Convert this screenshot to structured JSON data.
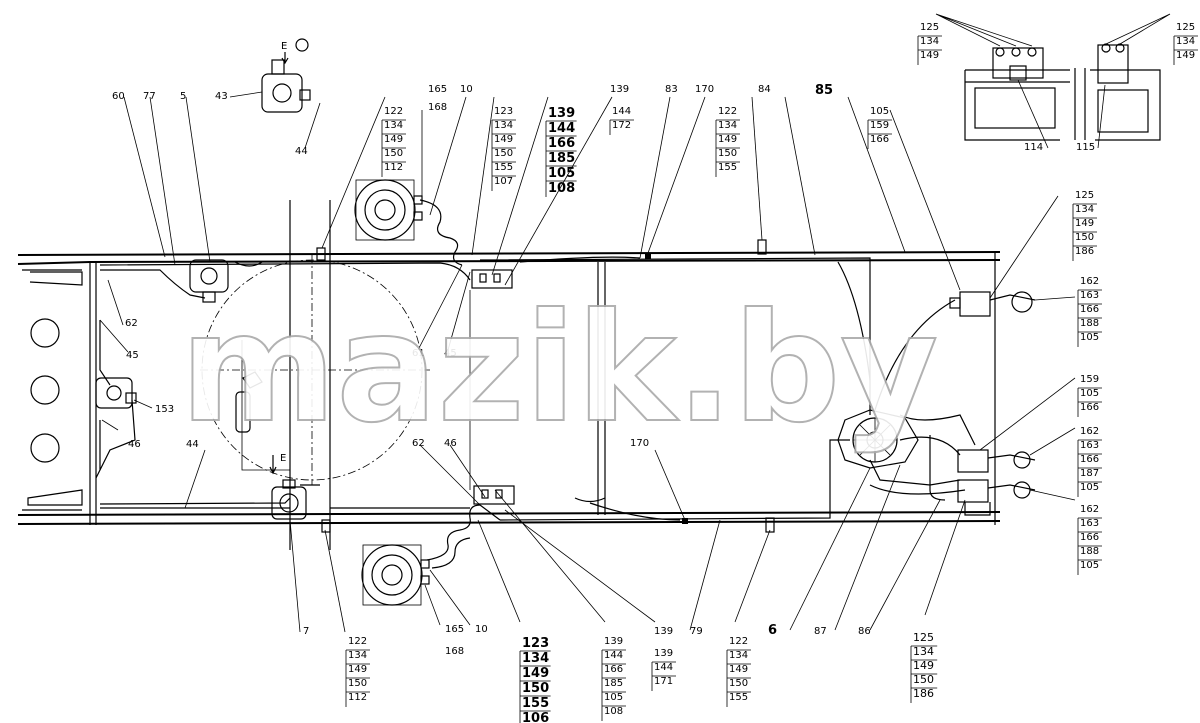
{
  "watermark": "mazik.by",
  "markers": {
    "E_top": "E",
    "E_mid": "E"
  },
  "labels": {
    "l60": "60",
    "l77": "77",
    "l5": "5",
    "l43": "43",
    "l44a": "44",
    "l62a": "62",
    "l45a": "45",
    "l46a": "46",
    "l44b": "44",
    "l153": "153",
    "l61": "61",
    "l45b": "45",
    "l62b": "62",
    "l46b": "46",
    "l7": "7",
    "l165a": "165",
    "l10a": "10",
    "l165b": "165",
    "l10b": "10",
    "l139a": "139",
    "l83": "83",
    "l170a": "170",
    "l84": "84",
    "l85": "85",
    "l170b": "170",
    "l139b": "139",
    "l79": "79",
    "l6": "6",
    "l87": "87",
    "l86": "86",
    "l114": "114",
    "l115": "115"
  },
  "stacks": {
    "s122a": [
      "122",
      "134",
      "149",
      "150",
      "112"
    ],
    "s168a": [
      "168"
    ],
    "s123a": [
      "123",
      "134",
      "149",
      "150",
      "155",
      "107"
    ],
    "s139a": [
      "139",
      "144",
      "166",
      "185",
      "105",
      "108"
    ],
    "s144a": [
      "144",
      "172"
    ],
    "s122b": [
      "122",
      "134",
      "149",
      "150",
      "155"
    ],
    "s105a": [
      "105",
      "159",
      "166"
    ],
    "s125a": [
      "125",
      "134",
      "149"
    ],
    "s125b": [
      "125",
      "134",
      "149"
    ],
    "s125c": [
      "125",
      "134",
      "149",
      "150",
      "186"
    ],
    "s162a": [
      "162",
      "163",
      "166",
      "188",
      "105"
    ],
    "s159": [
      "159",
      "105",
      "166"
    ],
    "s162b": [
      "162",
      "163",
      "166",
      "187",
      "105"
    ],
    "s162c": [
      "162",
      "163",
      "166",
      "188",
      "105"
    ],
    "s122c": [
      "122",
      "134",
      "149",
      "150",
      "112"
    ],
    "s168b": [
      "168"
    ],
    "s123b": [
      "123",
      "134",
      "149",
      "150",
      "155",
      "106"
    ],
    "s139b": [
      "139",
      "144",
      "166",
      "185",
      "105",
      "108"
    ],
    "s139c": [
      "139",
      "144",
      "171"
    ],
    "s122d": [
      "122",
      "134",
      "149",
      "150",
      "155"
    ],
    "s125d": [
      "125",
      "134",
      "149",
      "150",
      "186"
    ]
  }
}
